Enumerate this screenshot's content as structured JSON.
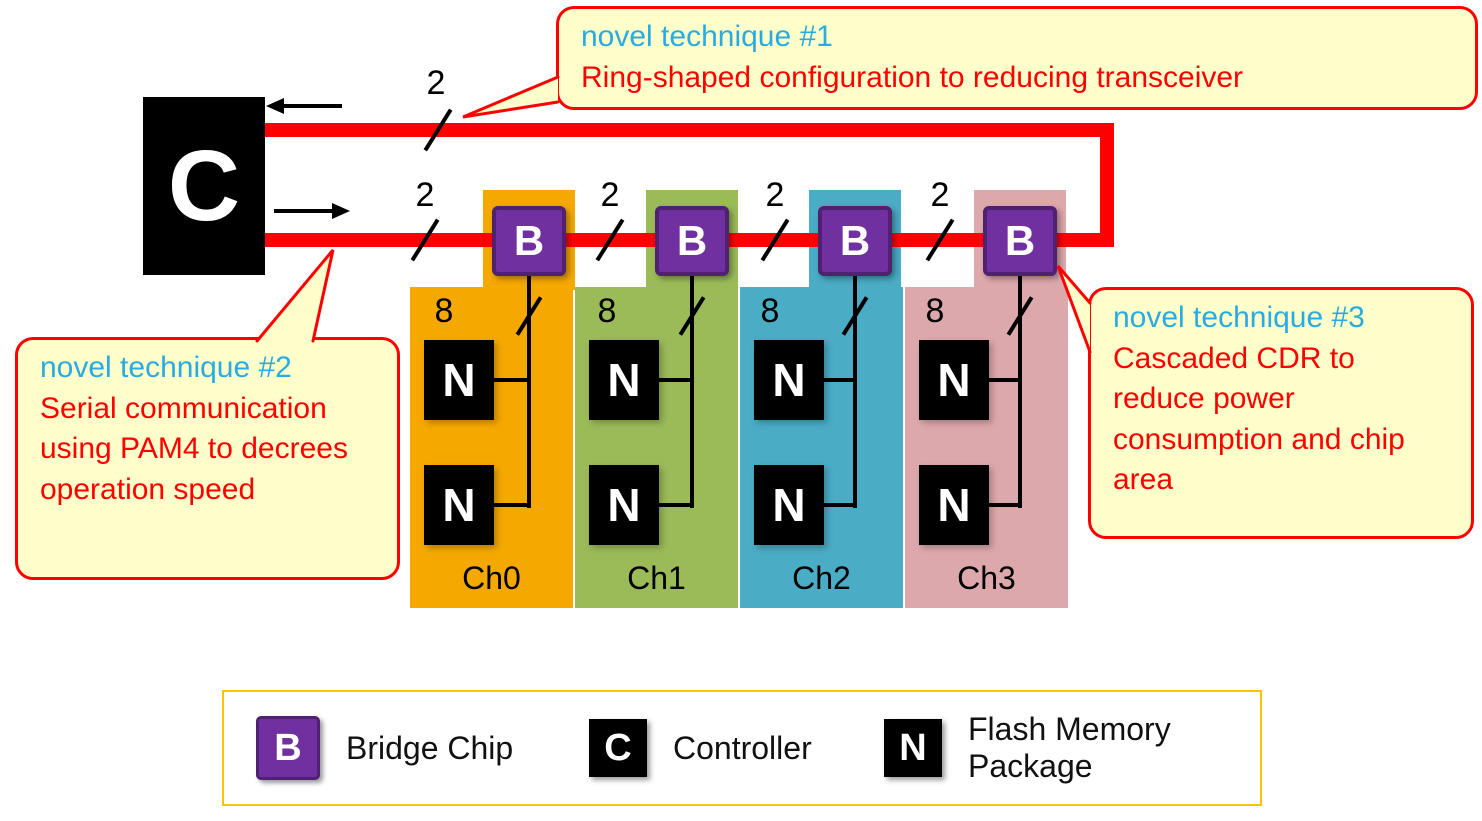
{
  "controller": {
    "label": "C"
  },
  "ring_bus": {
    "top_width_label": "2"
  },
  "channels": [
    {
      "name": "Ch0",
      "color": "#F5A800",
      "bridge_label": "B",
      "bus_width_label": "2",
      "nand_bus_width_label": "8",
      "nands": [
        "N",
        "N"
      ]
    },
    {
      "name": "Ch1",
      "color": "#9BBB59",
      "bridge_label": "B",
      "bus_width_label": "2",
      "nand_bus_width_label": "8",
      "nands": [
        "N",
        "N"
      ]
    },
    {
      "name": "Ch2",
      "color": "#4BACC6",
      "bridge_label": "B",
      "bus_width_label": "2",
      "nand_bus_width_label": "8",
      "nands": [
        "N",
        "N"
      ]
    },
    {
      "name": "Ch3",
      "color": "#DDA8AC",
      "bridge_label": "B",
      "bus_width_label": "2",
      "nand_bus_width_label": "8",
      "nands": [
        "N",
        "N"
      ]
    }
  ],
  "callouts": [
    {
      "title": "novel technique #1",
      "body": "Ring-shaped configuration to reducing transceiver"
    },
    {
      "title": "novel technique #2",
      "body": "Serial communication using PAM4 to decrees operation speed"
    },
    {
      "title": "novel technique #3",
      "body": "Cascaded CDR to reduce power consumption and chip area"
    }
  ],
  "legend": {
    "items": [
      {
        "symbol": "B",
        "label": "Bridge Chip"
      },
      {
        "symbol": "C",
        "label": "Controller"
      },
      {
        "symbol": "N",
        "label": "Flash Memory Package"
      }
    ]
  },
  "colors": {
    "bus": "#FF0000",
    "callout_background": "#FFFFCC",
    "callout_border": "#FF0000",
    "callout_title_text": "#29ABE2",
    "callout_body_text": "#FF0000",
    "bridge_chip": "#7030A0",
    "legend_border": "#FFC000",
    "channel_ch0": "#F5A800",
    "channel_ch1": "#9BBB59",
    "channel_ch2": "#4BACC6",
    "channel_ch3": "#DDA8AC"
  }
}
